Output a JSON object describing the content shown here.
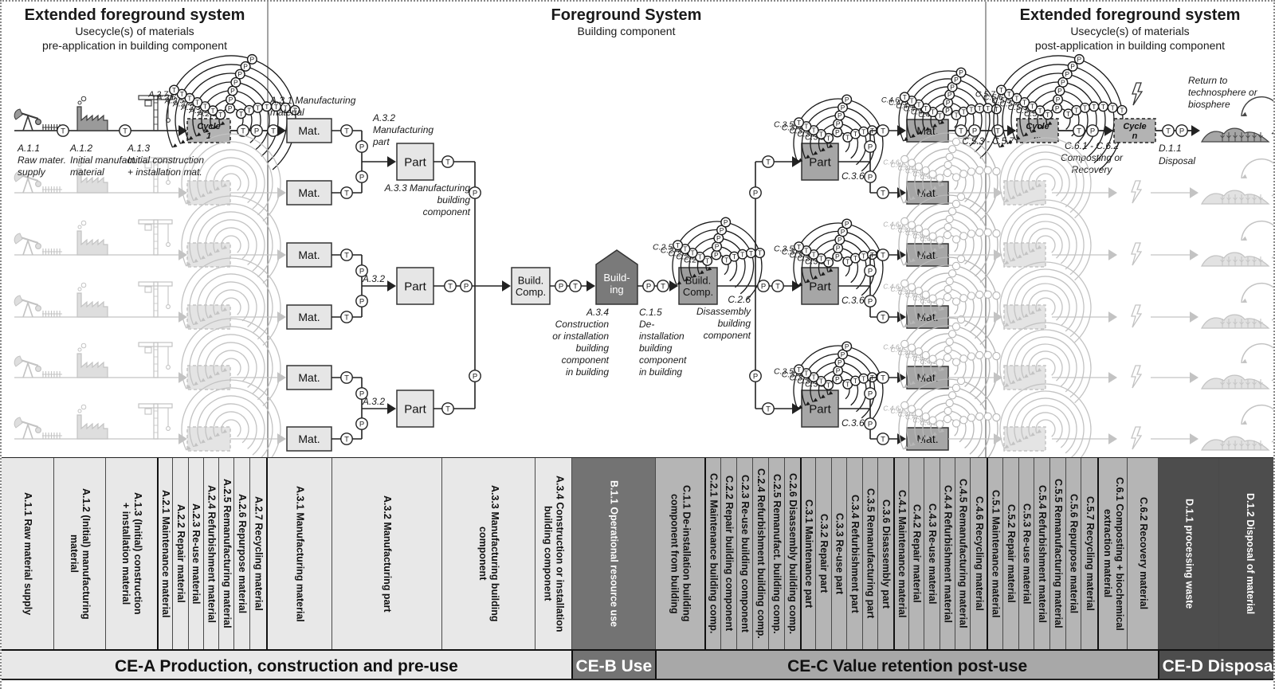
{
  "headers": {
    "left": {
      "title": "Extended foreground system",
      "subtitle1": "Usecycle(s) of materials",
      "subtitle2": "pre-application in building component"
    },
    "center": {
      "title": "Foreground System",
      "subtitle1": "Building component"
    },
    "right": {
      "title": "Extended foreground system",
      "subtitle1": "Usecycle(s) of materials",
      "subtitle2": "post-application in building component"
    }
  },
  "diagram": {
    "boxes": {
      "mat": "Mat.",
      "part": "Part",
      "build_comp": [
        "Build.",
        "Comp."
      ],
      "building": [
        "Build-",
        "ing"
      ],
      "cycle_1": [
        "Cycle",
        "1"
      ],
      "cycle_dots": [
        "Cycle",
        "..."
      ],
      "cycle_n": [
        "Cycle",
        "n"
      ]
    },
    "nodes": {
      "transport": "T",
      "process": "P"
    },
    "labels": {
      "a11": [
        "A.1.1",
        "Raw mater.",
        "supply"
      ],
      "a12": [
        "A.1.2",
        "Initial manufact.",
        "material"
      ],
      "a13": [
        "A.1.3",
        "Initial  construction",
        "+ installation mat."
      ],
      "a31": [
        "A.3.1 Manufacturing",
        "material"
      ],
      "a32_full": [
        "A.3.2",
        "Manufacturing",
        "part"
      ],
      "a32_short": "A.3.2",
      "a33": [
        "A.3.3 Manufacturing",
        "building",
        "component"
      ],
      "a34": [
        "A.3.4",
        "Construction",
        "or installation",
        "building",
        "component",
        "in building"
      ],
      "c15": [
        "C.1.5",
        "De-",
        "installation",
        "building",
        "component",
        "in building"
      ],
      "c26": [
        "C.2.6",
        "Disassembly",
        "building",
        "component"
      ],
      "c36": "C.3.6",
      "c53_57": "C.5.3 - C.5.7",
      "c61_62": "C.6.1 - C.6.2",
      "composting": [
        "Composting or",
        "Recovery"
      ],
      "d11": [
        "D.1.1",
        "Disposal"
      ],
      "return_label": [
        "Return to",
        "technosphere  or",
        "biosphere"
      ]
    },
    "fans": {
      "a2": [
        "A.2.1",
        "A.2.2",
        "A.2.3",
        "A.2.4",
        "A.2.5",
        "A.2.6",
        "A.2.7"
      ],
      "c2": [
        "C.2.1",
        "C.2.2",
        "C.2.3",
        "C.2.4",
        "C.2.5"
      ],
      "c3": [
        "C.3.1",
        "C.3.2",
        "C.3.3",
        "C.3.4",
        "C.3.5"
      ],
      "c4": [
        "C.4.1",
        "C.4.2",
        "C.4.3",
        "C.4.4",
        "C.4.5",
        "C.4.6"
      ],
      "c5": [
        "C.5.1",
        "C.5.2",
        "C.5.3",
        "C.5.4",
        "C.5.5",
        "C.5.6",
        "C.5.7"
      ]
    },
    "colors": {
      "dark": "#1a1a1a",
      "faded": "#c3c3c3",
      "box_light": "#e6e6e6",
      "box_mid": "#a6a6a6",
      "building_fill": "#7a7a7a",
      "cycle_fill": "#b3b3b3"
    }
  },
  "table": {
    "groups": [
      {
        "id": "ce-a",
        "style": "light",
        "footer": "CE-A Production, construction and pre-use",
        "columns": [
          [
            "A.1.1 Raw material supply"
          ],
          [
            "A.1.2 (Initial) manufacturing",
            "material"
          ],
          [
            "A.1.3 (Initial) construction",
            "+ installation material"
          ],
          [
            "A.2.1 Maintenance material"
          ],
          [
            "A.2.2 Repair material"
          ],
          [
            "A.2.3 Re-use material"
          ],
          [
            "A.2.4 Refurbishment material"
          ],
          [
            "A.2.5 Remanufacturing material"
          ],
          [
            "A.2.6 Repurpose material"
          ],
          [
            "A.2.7 Recycling material"
          ],
          [
            "A.3.1 Manufacturing material"
          ],
          [
            "A.3.2 Manufacturing part"
          ],
          [
            "A.3.3 Manufacturing building",
            "component"
          ],
          [
            "A.3.4 Construction or installation",
            "building component"
          ]
        ]
      },
      {
        "id": "ce-b",
        "style": "dark",
        "footer": "CE-B Use",
        "columns": [
          [
            "B.1.1 Operational resource use"
          ]
        ]
      },
      {
        "id": "ce-c",
        "style": "mid",
        "footer": "CE-C Value retention post-use",
        "columns": [
          [
            "C.1.1 De-installation building",
            "component from building"
          ],
          [
            "C.2.1 Maintenance building comp."
          ],
          [
            "C.2.2 Repair building component"
          ],
          [
            "C.2.3 Re-use building component"
          ],
          [
            "C.2.4 Refurbishment building comp."
          ],
          [
            "C.2.5 Remanufact. building comp."
          ],
          [
            "C.2.6 Disassembly building comp."
          ],
          [
            "C.3.1 Maintenance part"
          ],
          [
            "C.3.2 Repair part"
          ],
          [
            "C.3.3 Re-use part"
          ],
          [
            "C.3.4 Refurbishment part"
          ],
          [
            "C.3.5 Remanufacturing part"
          ],
          [
            "C.3.6 Disassembly part"
          ],
          [
            "C.4.1 Maintenance material"
          ],
          [
            "C.4.2 Repair material"
          ],
          [
            "C.4.3 Re-use material"
          ],
          [
            "C.4.4 Refurbishment material"
          ],
          [
            "C.4.5 Remanufacturing material"
          ],
          [
            "C.4.6 Recycling material"
          ],
          [
            "C.5.1 Maintenance material"
          ],
          [
            "C.5.2 Repair material"
          ],
          [
            "C.5.3 Re-use material"
          ],
          [
            "C.5.4 Refurbishment material"
          ],
          [
            "C.5.5 Remanufacturing material"
          ],
          [
            "C.5.6 Repurpose material"
          ],
          [
            "C.5.7 Recycling material"
          ],
          [
            "C.6.1  Composting + biochemical",
            "extraction material"
          ],
          [
            "C.6.2 Recovery material"
          ]
        ]
      },
      {
        "id": "ce-d",
        "style": "darkest",
        "footer": "CE-D Disposal",
        "columns": [
          [
            "D.1.1 processing waste"
          ],
          [
            "D.1.2 Disposal of material"
          ]
        ]
      }
    ]
  }
}
